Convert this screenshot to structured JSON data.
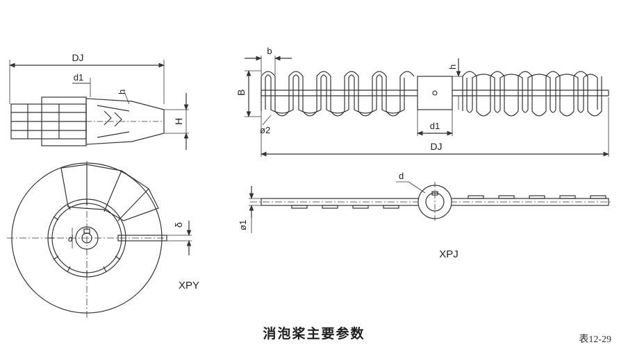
{
  "caption": "消泡桨主要参数",
  "table_no": "表12-29",
  "xpy": {
    "name": "XPY",
    "dim_dj": "DJ",
    "dim_d1": "d1",
    "dim_h_small": "h",
    "dim_h_big": "H",
    "dim_delta": "δ",
    "dim_d": "d"
  },
  "xpj_top": {
    "dim_b": "b",
    "dim_h": "h",
    "dim_B": "B",
    "dim_phi2": "ø2",
    "dim_d1": "d1",
    "dim_dj": "DJ"
  },
  "xpj_bottom": {
    "name": "XPJ",
    "dim_d": "d",
    "dim_phi1": "ø1"
  }
}
